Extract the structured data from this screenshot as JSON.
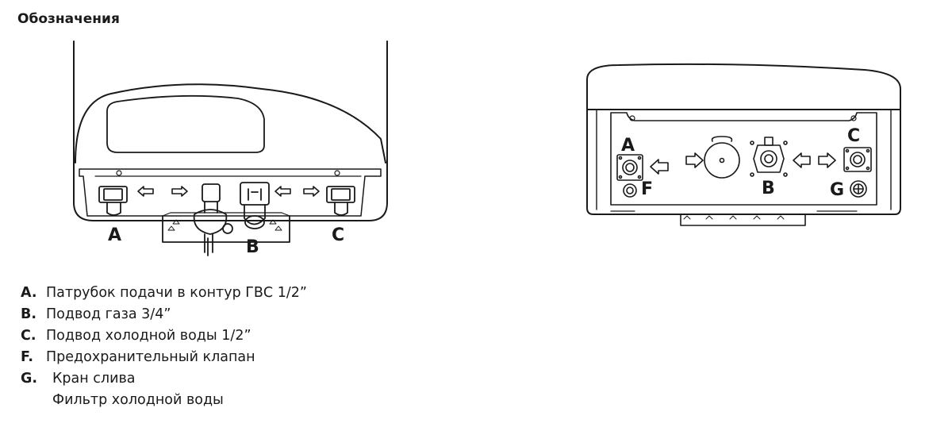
{
  "title": "Обозначения",
  "left_diagram": {
    "labels": {
      "a": "A",
      "b": "B",
      "c": "C"
    }
  },
  "right_diagram": {
    "labels": {
      "a": "A",
      "b": "B",
      "c": "C",
      "f": "F",
      "g": "G"
    }
  },
  "legend": [
    {
      "key": "A.",
      "text": "Патрубок подачи в контур ГВС 1/2”"
    },
    {
      "key": "B.",
      "text": "Подвод газа 3/4”"
    },
    {
      "key": "C.",
      "text": "Подвод холодной воды 1/2”"
    },
    {
      "key": "F.",
      "text": "Предохранительный клапан"
    },
    {
      "key": "G.",
      "text": "Кран слива"
    }
  ],
  "legend_extra": "Фильтр холодной воды"
}
